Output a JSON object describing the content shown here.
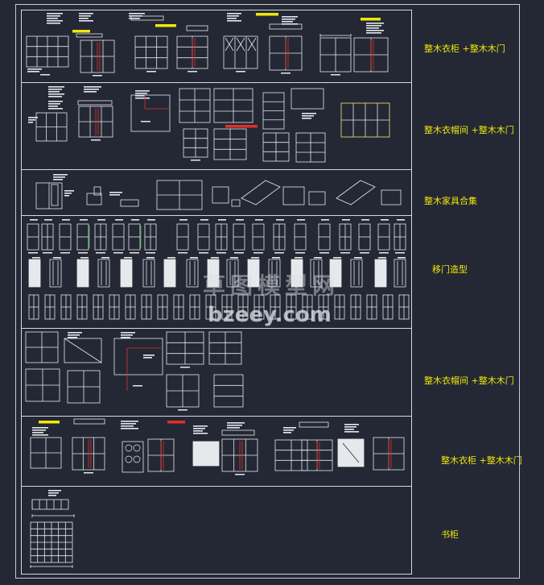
{
  "sections": [
    {
      "id": "row1",
      "label": "整木衣柜 +整木木门"
    },
    {
      "id": "row2",
      "label": "整木衣帽间 +整木木门"
    },
    {
      "id": "row3",
      "label": "整木家具合集"
    },
    {
      "id": "row4",
      "label": "移门造型"
    },
    {
      "id": "row5",
      "label": "整木衣帽间 +整木木门"
    },
    {
      "id": "row6",
      "label": "整木衣柜 +整木木门"
    },
    {
      "id": "row7",
      "label": "书柜"
    }
  ],
  "watermark": {
    "chinese": "草图模型网",
    "url": "bzeey.com"
  },
  "colors": {
    "background": "#232834",
    "line": "#e6e8ec",
    "label_yellow": "#f2e60c",
    "accent_red": "#e0302a",
    "accent_green": "#33c040"
  }
}
